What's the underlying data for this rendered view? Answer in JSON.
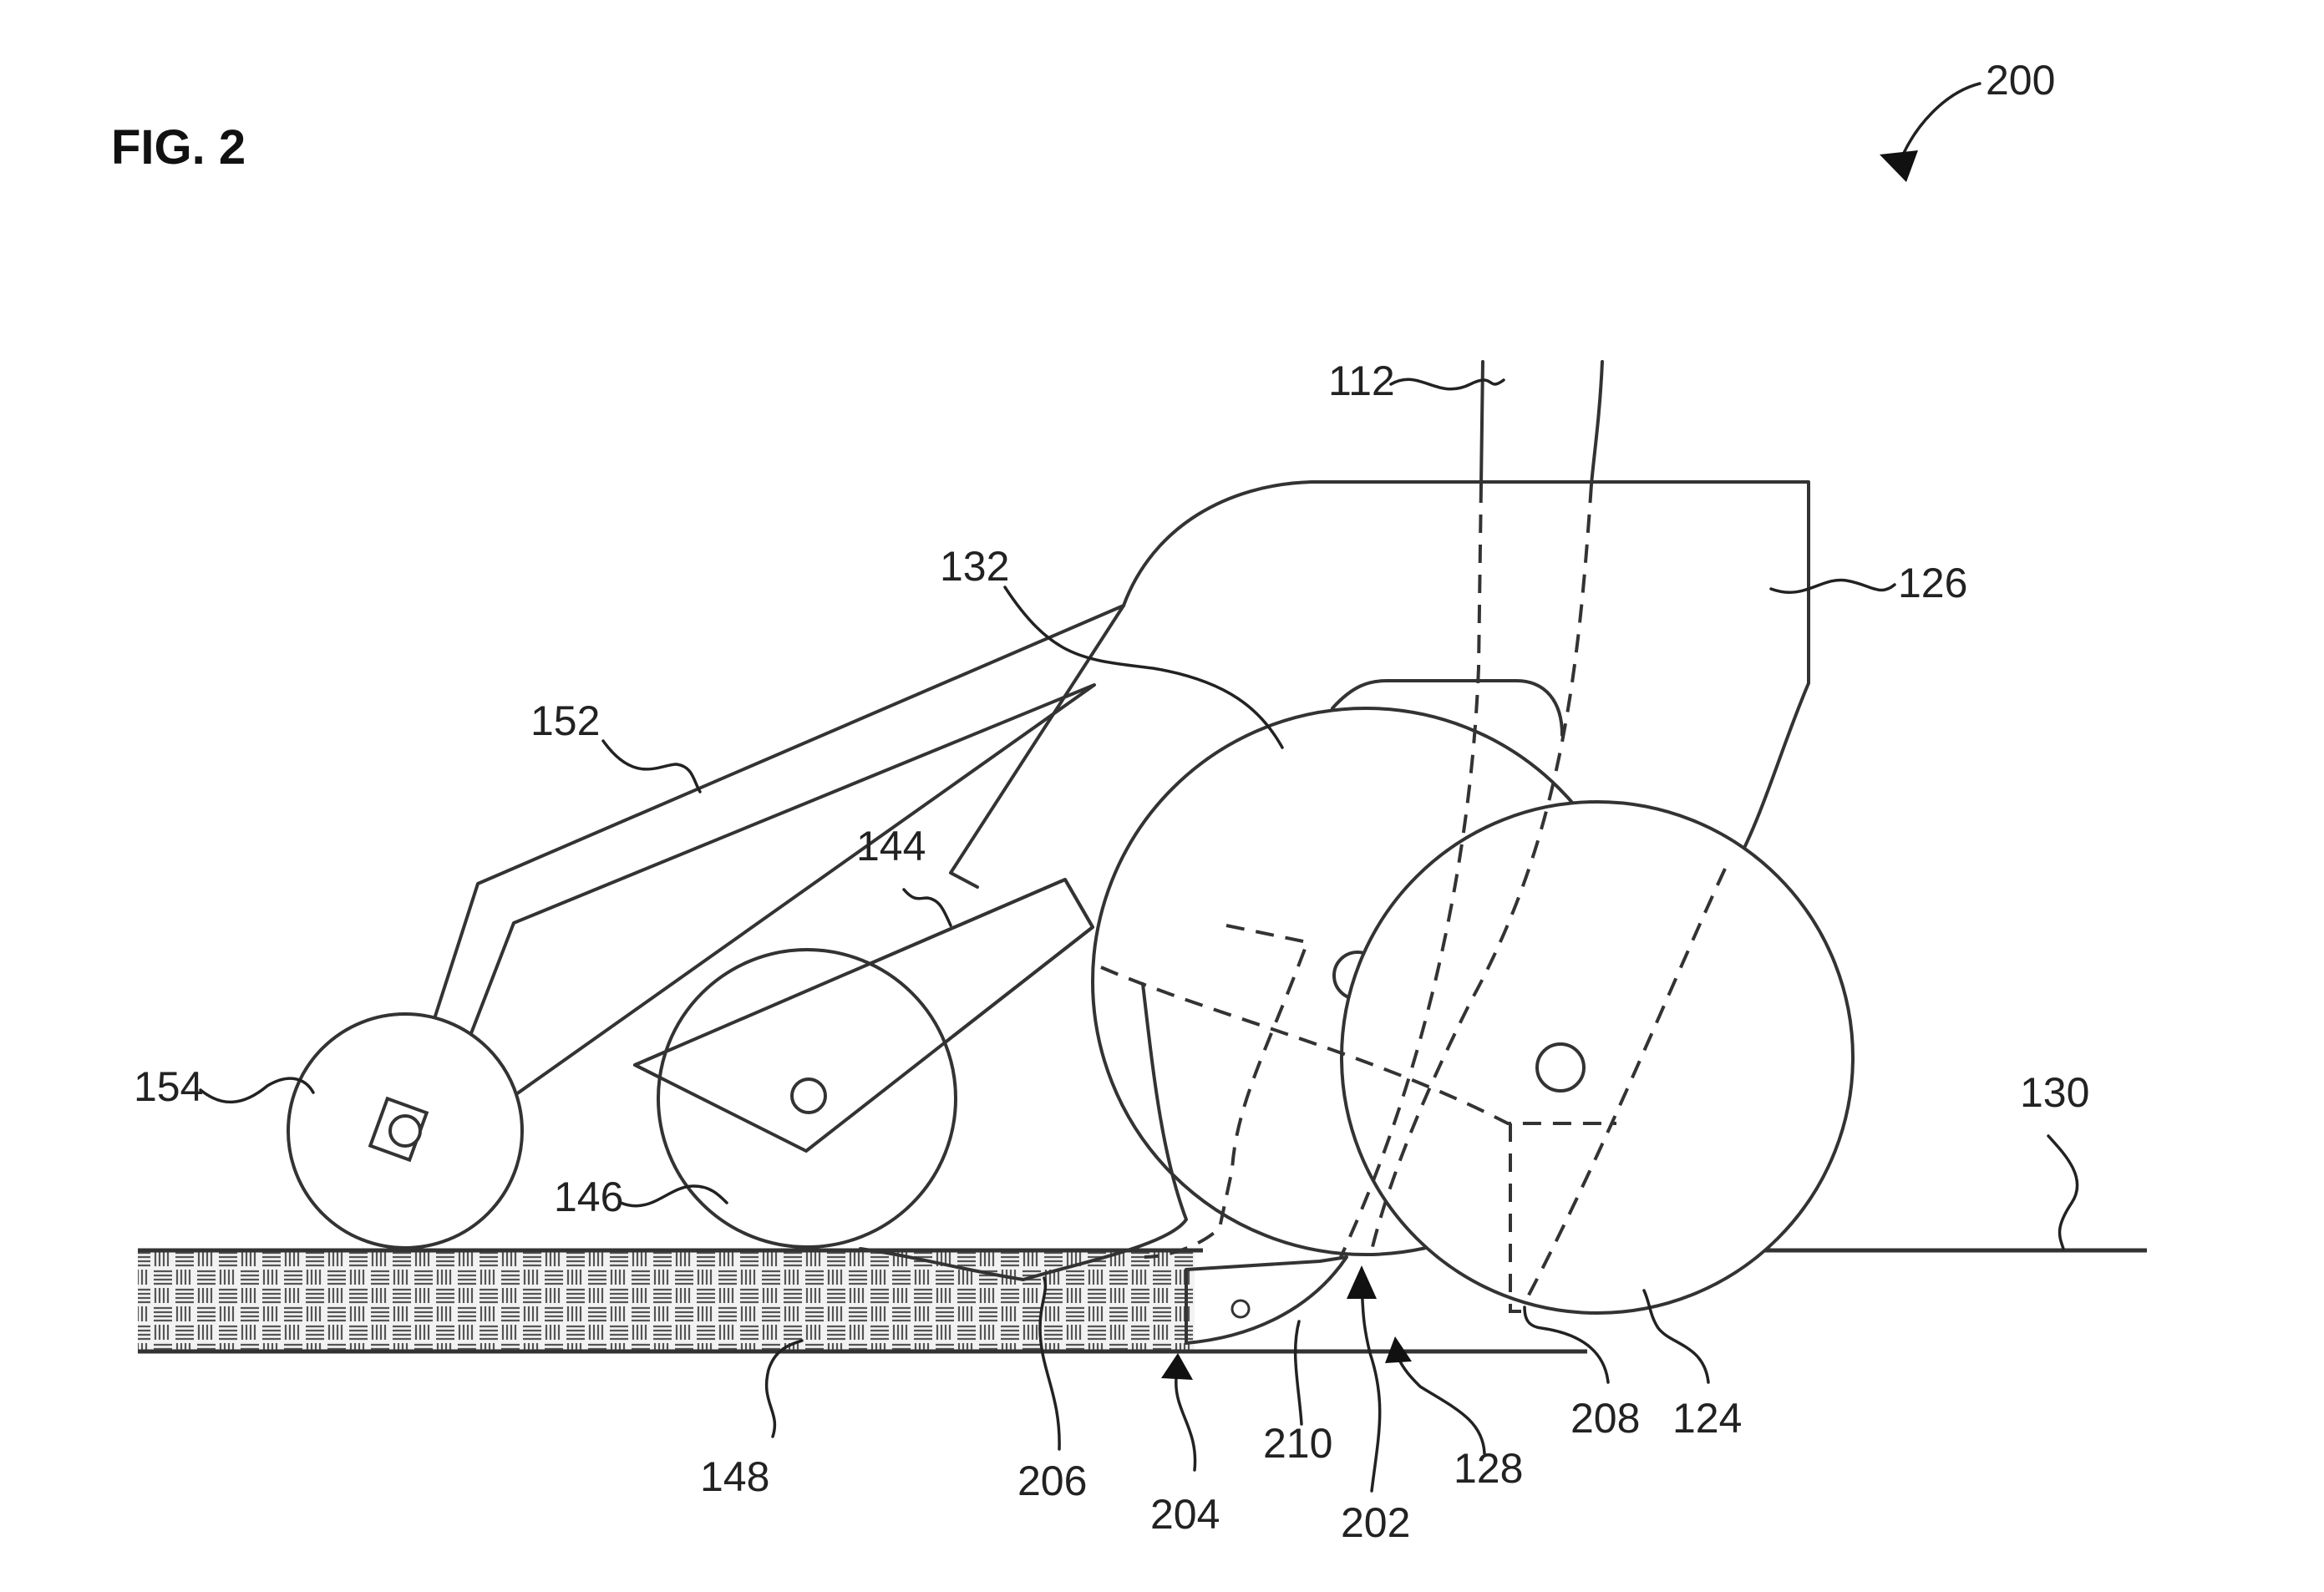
{
  "figure": {
    "title": "FIG. 2",
    "number": "200"
  },
  "labels": {
    "l112": "112",
    "l126": "126",
    "l132": "132",
    "l152": "152",
    "l144": "144",
    "l154": "154",
    "l146": "146",
    "l130": "130",
    "l148": "148",
    "l206": "206",
    "l204": "204",
    "l210": "210",
    "l202": "202",
    "l128": "128",
    "l208": "208",
    "l124": "124"
  }
}
